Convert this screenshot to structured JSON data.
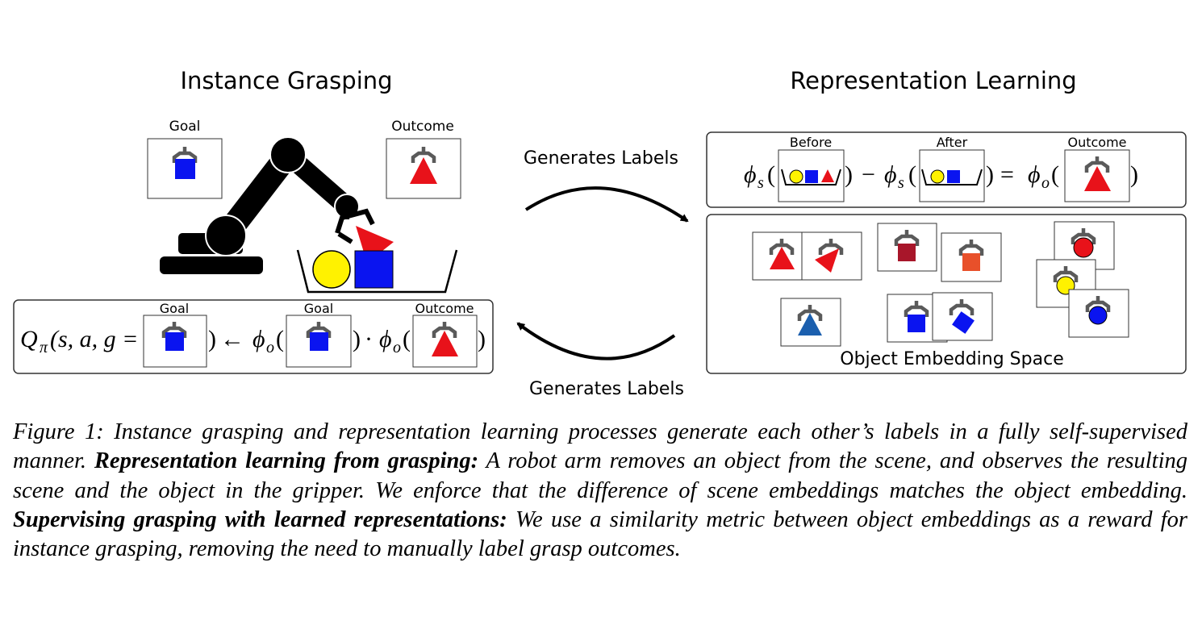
{
  "titles": {
    "left": "Instance Grasping",
    "right": "Representation Learning"
  },
  "arrows": {
    "top_label": "Generates Labels",
    "bottom_label": "Generates Labels"
  },
  "labels": {
    "goal": "Goal",
    "outcome": "Outcome",
    "before": "Before",
    "after": "After",
    "embedding_space": "Object Embedding Space"
  },
  "equations": {
    "q_lhs": "Q",
    "q_sub": "π",
    "q_args": "(s, a, g =",
    "q_close": ")",
    "arrow": "←",
    "phi": "ϕ",
    "sub_o": "o",
    "sub_s": "s",
    "open_paren": "(",
    "close_paren": ")",
    "dot": "·",
    "minus": "−",
    "equals": "="
  },
  "colors": {
    "blue": "#0a14f0",
    "red": "#e8121a",
    "yellow": "#fff200",
    "dark_red": "#a8162a",
    "orange_red": "#e8502a",
    "steel_blue": "#1b5fae",
    "gripper": "#5a5a5a",
    "robot": "#000000"
  },
  "caption": {
    "lead": "Figure 1:  Instance grasping and representation learning processes generate each other’s labels in a fully self-supervised manner.",
    "bold1": "Representation learning from grasping:",
    "text1": " A robot arm removes an object from the scene, and observes the resulting scene and the object in the gripper.  We enforce that the difference of scene embeddings matches the object embedding.",
    "bold2": "Supervising grasping with learned representations:",
    "text2": " We use a similarity metric between object embeddings as a reward for instance grasping, removing the need to manually label grasp outcomes."
  }
}
